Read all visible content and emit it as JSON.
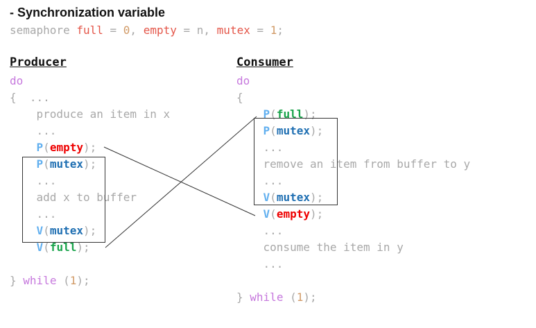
{
  "title": "- Synchronization variable",
  "decl": {
    "type": "semaphore",
    "full_name": "full",
    "full_val": "0",
    "empty_name": "empty",
    "empty_val": "n",
    "mutex_name": "mutex",
    "mutex_val": "1",
    "eq": " = ",
    "sep": ", ",
    "end": ";"
  },
  "tokens": {
    "do": "do",
    "open_brace": "{",
    "close_brace": "}",
    "while": "while",
    "one": "1",
    "lparen": "(",
    "rparen": ")",
    "rparen_semi": ");",
    "ellipsis": "...",
    "P": "P",
    "V": "V"
  },
  "colors": {
    "empty": "#ee0000",
    "mutex": "#1f6fb2",
    "full": "#18a34a",
    "op": "#61afef",
    "keyword": "#c678dd"
  },
  "producer": {
    "header": "Producer",
    "produce": "produce an item in x",
    "add": "add x to buffer"
  },
  "consumer": {
    "header": "Consumer",
    "remove": "remove an item from buffer to y",
    "consume": "consume the item in y"
  },
  "vars": {
    "empty": "empty",
    "mutex": "mutex",
    "full": "full"
  }
}
